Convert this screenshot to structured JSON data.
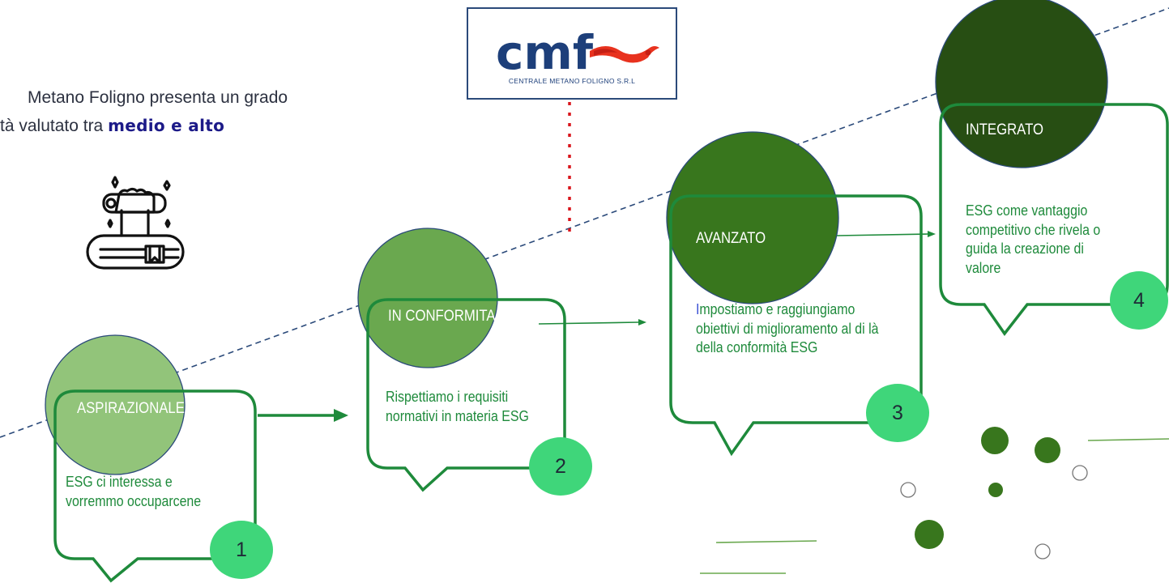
{
  "intro": {
    "line1": "Metano Foligno presenta un grado",
    "line2": "tà valutato tra ",
    "highlight": "medio e alto"
  },
  "logo": {
    "letters": "cmf",
    "subtitle": "CENTRALE METANO FOLIGNO S.R.L"
  },
  "stages": [
    {
      "title": "ASPIRAZIONALE",
      "number": "1",
      "desc_first": "E",
      "desc": "SG ci interessa e vorremmo occuparcene"
    },
    {
      "title": "IN CONFORMITA",
      "number": "2",
      "desc_first": "R",
      "desc": "ispettiamo  i requisiti normativi in materia  ESG"
    },
    {
      "title": "AVANZATO",
      "number": "3",
      "desc_first": "I",
      "desc": "mpostiamo e raggiungiamo obiettivi di miglioramento al di là della conformità ESG"
    },
    {
      "title": "INTEGRATO",
      "number": "4",
      "desc_first": "E",
      "desc": "SG come vantaggio competitivo che rivela o guida la creazione di  valore"
    }
  ],
  "colors": {
    "circle1": "#92c47a",
    "circle2": "#6aa84f",
    "circle3": "#38761d",
    "circle4": "#274e13",
    "outline": "#1e8a3b",
    "badge": "#3fd67a",
    "dashed_line": "#2b4a7a",
    "dotted_connector": "#d9151b",
    "highlight": "#1c1a88"
  },
  "icons": [
    "trophy-book-icon",
    "cmf-logo-flame"
  ]
}
